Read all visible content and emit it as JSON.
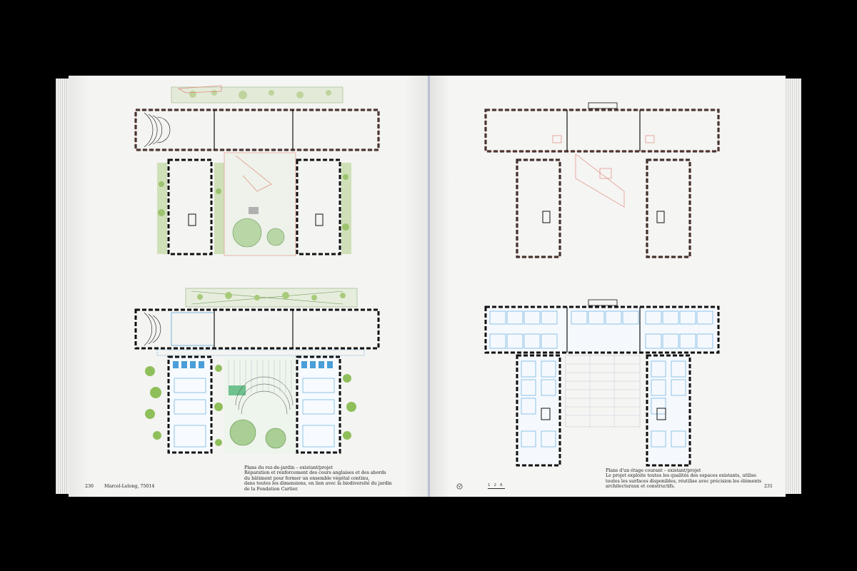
{
  "left_page": {
    "folio": "230",
    "running_head": "Marcel-Lelong, 75014",
    "caption": {
      "title": "Plans du rez-de-jardin – existant/projet",
      "body_lines": [
        "Réparation et renforcement des cours anglaises et des abords",
        "du bâtiment pour former un ensemble végétal continu,",
        "dans toutes les dimensions, en lien avec la biodiversité du jardin",
        "de la Fondation Cartier."
      ]
    }
  },
  "right_page": {
    "folio": "231",
    "nav_indicator": "1 2   6",
    "caption": {
      "title": "Plans d'un étage courant – existant/projet",
      "body_lines": [
        "Le projet exploite toutes les qualités des espaces existants, utilise",
        "toutes les surfaces disponibles, réutilise avec précision les éléments",
        "architecturaux et constructifs."
      ]
    }
  },
  "colors": {
    "wall": "#111111",
    "existing_red": "#e08a80",
    "project_blue": "#4a9fd8",
    "vegetation_green": "#8fbf5a",
    "page": "#f4f4f2"
  }
}
